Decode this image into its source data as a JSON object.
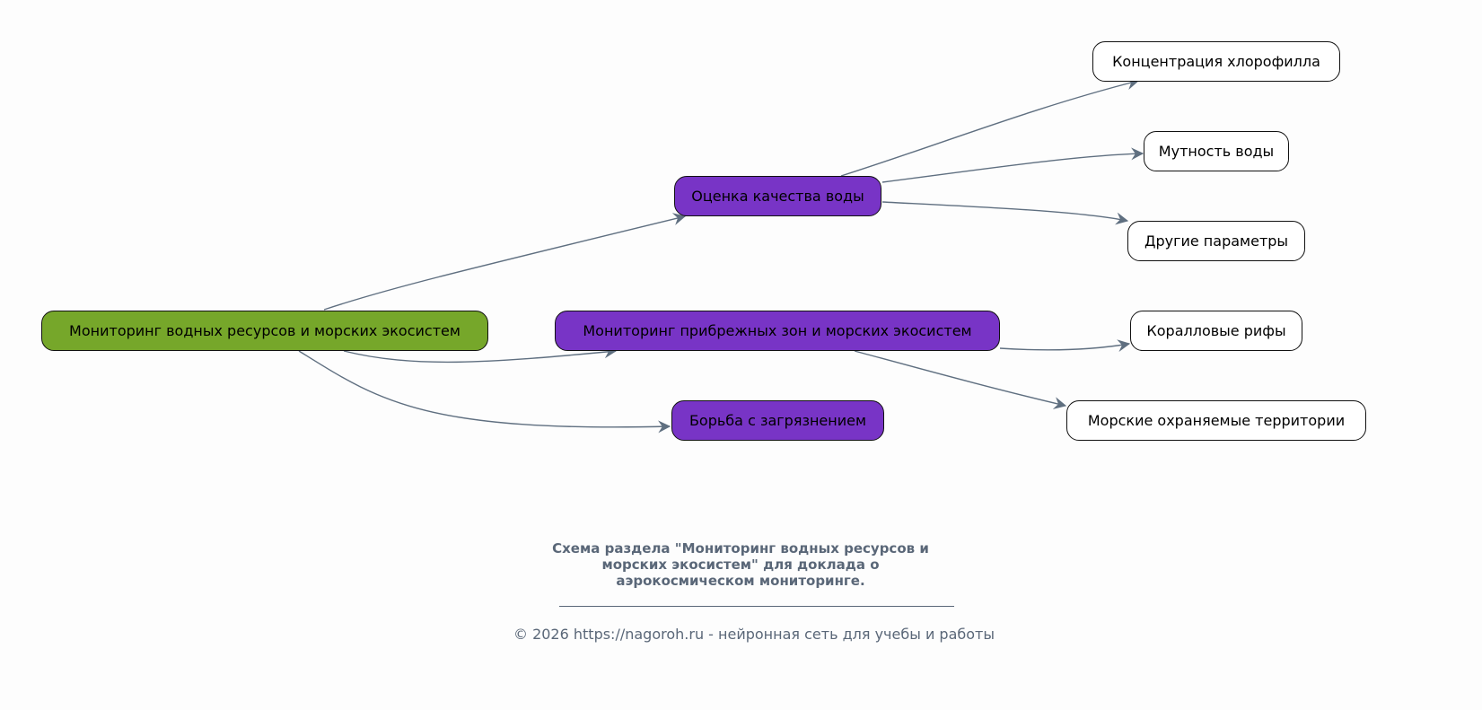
{
  "diagram": {
    "root": {
      "label": "Мониторинг водных ресурсов и морских экосистем"
    },
    "branches": [
      {
        "label": "Оценка качества воды",
        "children": [
          "Концентрация хлорофилла",
          "Мутность воды",
          "Другие параметры"
        ]
      },
      {
        "label": "Мониторинг прибрежных зон и морских экосистем",
        "children": [
          "Коралловые рифы",
          "Морские охраняемые территории"
        ]
      },
      {
        "label": "Борьба с загрязнением",
        "children": []
      }
    ]
  },
  "caption": {
    "line1": "Схема раздела \"Мониторинг водных ресурсов и",
    "line2": "морских экосистем\" для доклада о",
    "line3": "аэрокосмическом мониторинге."
  },
  "copyright": "© 2026 https://nagoroh.ru - нейронная сеть для учебы и работы",
  "colors": {
    "root": "#76a72a",
    "branch": "#7834c6",
    "leaf": "#ffffff",
    "edge": "#5f6f80",
    "caption": "#5a6778"
  }
}
